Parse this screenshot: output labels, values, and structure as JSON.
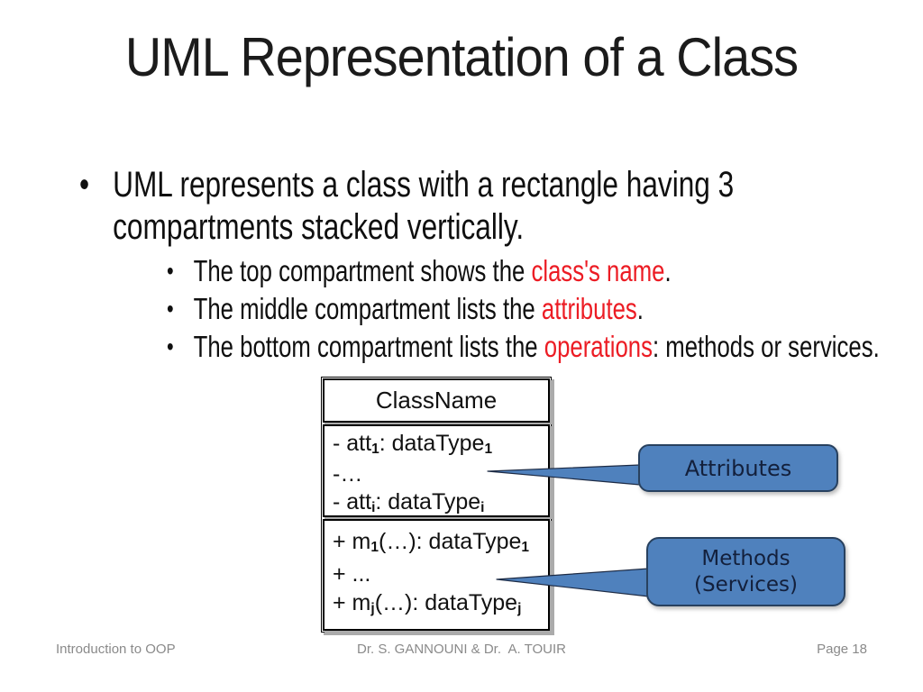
{
  "theme": {
    "accent_red": "#EC1C24",
    "callout_fill": "#4F81BD",
    "callout_stroke": "#28415F",
    "callout_text": "#13203C",
    "box_border": "#000000",
    "shadow_gray": "#ABABAB",
    "footer_gray": "#8A8A8A",
    "text_color": "#111111"
  },
  "title": "UML Representation of a Class",
  "bullet_glyph": "•",
  "bullets": {
    "main": "UML represents a class with a rectangle having 3 compartments stacked vertically.",
    "sub": [
      {
        "segments": [
          {
            "t": "The top compartment shows the "
          },
          {
            "t": "class's name",
            "red": true
          },
          {
            "t": "."
          }
        ]
      },
      {
        "segments": [
          {
            "t": "The middle compartment lists the "
          },
          {
            "t": "attributes",
            "red": true
          },
          {
            "t": "."
          }
        ]
      },
      {
        "segments": [
          {
            "t": "The bottom compartment lists the "
          },
          {
            "t": "operations",
            "red": true
          },
          {
            "t": ": methods or services."
          }
        ]
      }
    ]
  },
  "uml_box": {
    "class_name": "ClassName",
    "attribute_lines": [
      [
        {
          "t": "- att"
        },
        {
          "t": "1",
          "sub": true
        },
        {
          "t": ": dataType"
        },
        {
          "t": "1",
          "sub": true
        }
      ],
      [
        {
          "t": "-…"
        }
      ],
      [
        {
          "t": "- att"
        },
        {
          "t": "i",
          "sub": true
        },
        {
          "t": ": dataType"
        },
        {
          "t": "i",
          "sub": true
        }
      ]
    ],
    "method_lines": [
      [
        {
          "t": "+ m"
        },
        {
          "t": "1",
          "sub": true
        },
        {
          "t": "(…): dataType"
        },
        {
          "t": "1",
          "sub": true
        }
      ],
      [
        {
          "t": "+ ..."
        }
      ],
      [
        {
          "t": "+ m"
        },
        {
          "t": "j",
          "sub": true
        },
        {
          "t": "(…): dataType"
        },
        {
          "t": "j",
          "sub": true
        }
      ]
    ]
  },
  "callouts": {
    "attributes_label": "Attributes",
    "methods_label_line1": "Methods",
    "methods_label_line2": "(Services)"
  },
  "footer": {
    "left": "Introduction to OOP",
    "center": "Dr. S. GANNOUNI & Dr.  A. TOUIR",
    "right": "Page 18"
  }
}
